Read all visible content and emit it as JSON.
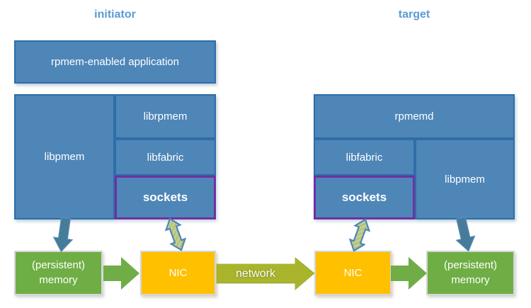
{
  "diagram": {
    "initiator": {
      "header": "initiator",
      "app_label": "rpmem-enabled application",
      "libpmem_label": "libpmem",
      "librpmem_label": "librpmem",
      "libfabric_label": "libfabric",
      "sockets_label": "sockets",
      "memory_label": "(persistent) memory",
      "nic_label": "NIC"
    },
    "target": {
      "header": "target",
      "rpmemd_label": "rpmemd",
      "libfabric_label": "libfabric",
      "sockets_label": "sockets",
      "libpmem_label": "libpmem",
      "memory_label": "(persistent) memory",
      "nic_label": "NIC"
    },
    "network_label": "network",
    "colors": {
      "box_blue_fill": "#4E86B8",
      "box_blue_border": "#2E6DA8",
      "header_text_blue": "#5B9BD5",
      "green_fill": "#6FAE44",
      "green_arrow": "#70AD47",
      "orange_fill": "#FFC000",
      "purple_border": "#7030A0",
      "text_white": "#FFFFFF"
    }
  }
}
